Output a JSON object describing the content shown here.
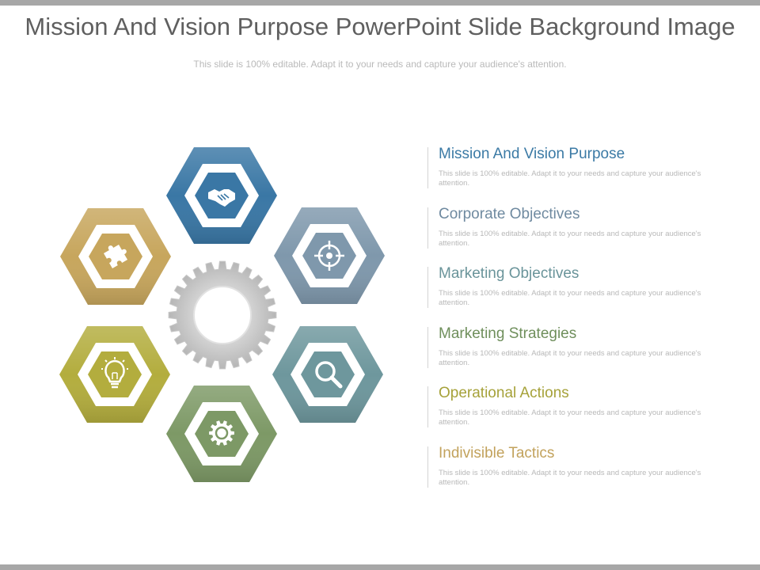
{
  "slide": {
    "title": "Mission And Vision Purpose PowerPoint Slide Background Image",
    "subtitle": "This slide is 100% editable. Adapt it to your needs and capture your audience's attention."
  },
  "items": [
    {
      "title": "Mission And Vision Purpose",
      "desc": "This slide is 100% editable. Adapt it to your needs and capture your audience's attention.",
      "color": "#3b7aa5",
      "icon": "handshake-icon"
    },
    {
      "title": "Corporate Objectives",
      "desc": "This slide is 100% editable. Adapt it to your needs and capture your audience's attention.",
      "color": "#6f8aa0",
      "icon": "target-icon"
    },
    {
      "title": "Marketing Objectives",
      "desc": "This slide is 100% editable. Adapt it to your needs and capture your audience's attention.",
      "color": "#6a949a",
      "icon": "magnifier-icon"
    },
    {
      "title": "Marketing Strategies",
      "desc": "This slide is 100% editable. Adapt it to your needs and capture your audience's attention.",
      "color": "#6f8f5c",
      "icon": "gear-icon"
    },
    {
      "title": "Operational Actions",
      "desc": "This slide is 100% editable. Adapt it to your needs and capture your audience's attention.",
      "color": "#a6a23a",
      "icon": "lightbulb-icon"
    },
    {
      "title": "Indivisible Tactics",
      "desc": "This slide is 100% editable. Adapt it to your needs and capture your audience's attention.",
      "color": "#c2a25c",
      "icon": "puzzle-icon"
    }
  ],
  "colors": {
    "hex_blue": "#3a77a5",
    "hex_slate": "#7f98ac",
    "hex_teal": "#6e979d",
    "hex_green": "#7d9966",
    "hex_olive": "#b3ad3e",
    "hex_gold": "#c7a65d",
    "gear": "#c4c4c4"
  }
}
